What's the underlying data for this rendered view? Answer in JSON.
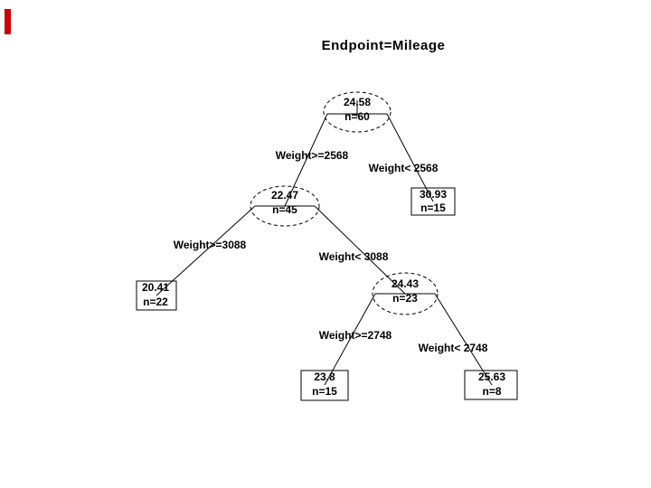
{
  "title": "Endpoint=Mileage",
  "accent": {
    "bar_color": "#cc0000"
  },
  "tree": {
    "nodes": [
      {
        "value": "24.58",
        "count": "n=60",
        "shape": "ellipse",
        "role": "root"
      },
      {
        "value": "22.47",
        "count": "n=45",
        "shape": "ellipse",
        "role": "internal"
      },
      {
        "value": "30.93",
        "count": "n=15",
        "shape": "box",
        "role": "leaf"
      },
      {
        "value": "20.41",
        "count": "n=22",
        "shape": "box",
        "role": "leaf"
      },
      {
        "value": "24.43",
        "count": "n=23",
        "shape": "ellipse",
        "role": "internal"
      },
      {
        "value": "23.8",
        "count": "n=15",
        "shape": "box",
        "role": "leaf"
      },
      {
        "value": "25.63",
        "count": "n=8",
        "shape": "box",
        "role": "leaf"
      }
    ],
    "labels": [
      "Weight>=2568",
      "Weight< 2568",
      "Weight>=3088",
      "Weight< 3088",
      "Weight>=2748",
      "Weight< 2748"
    ]
  }
}
